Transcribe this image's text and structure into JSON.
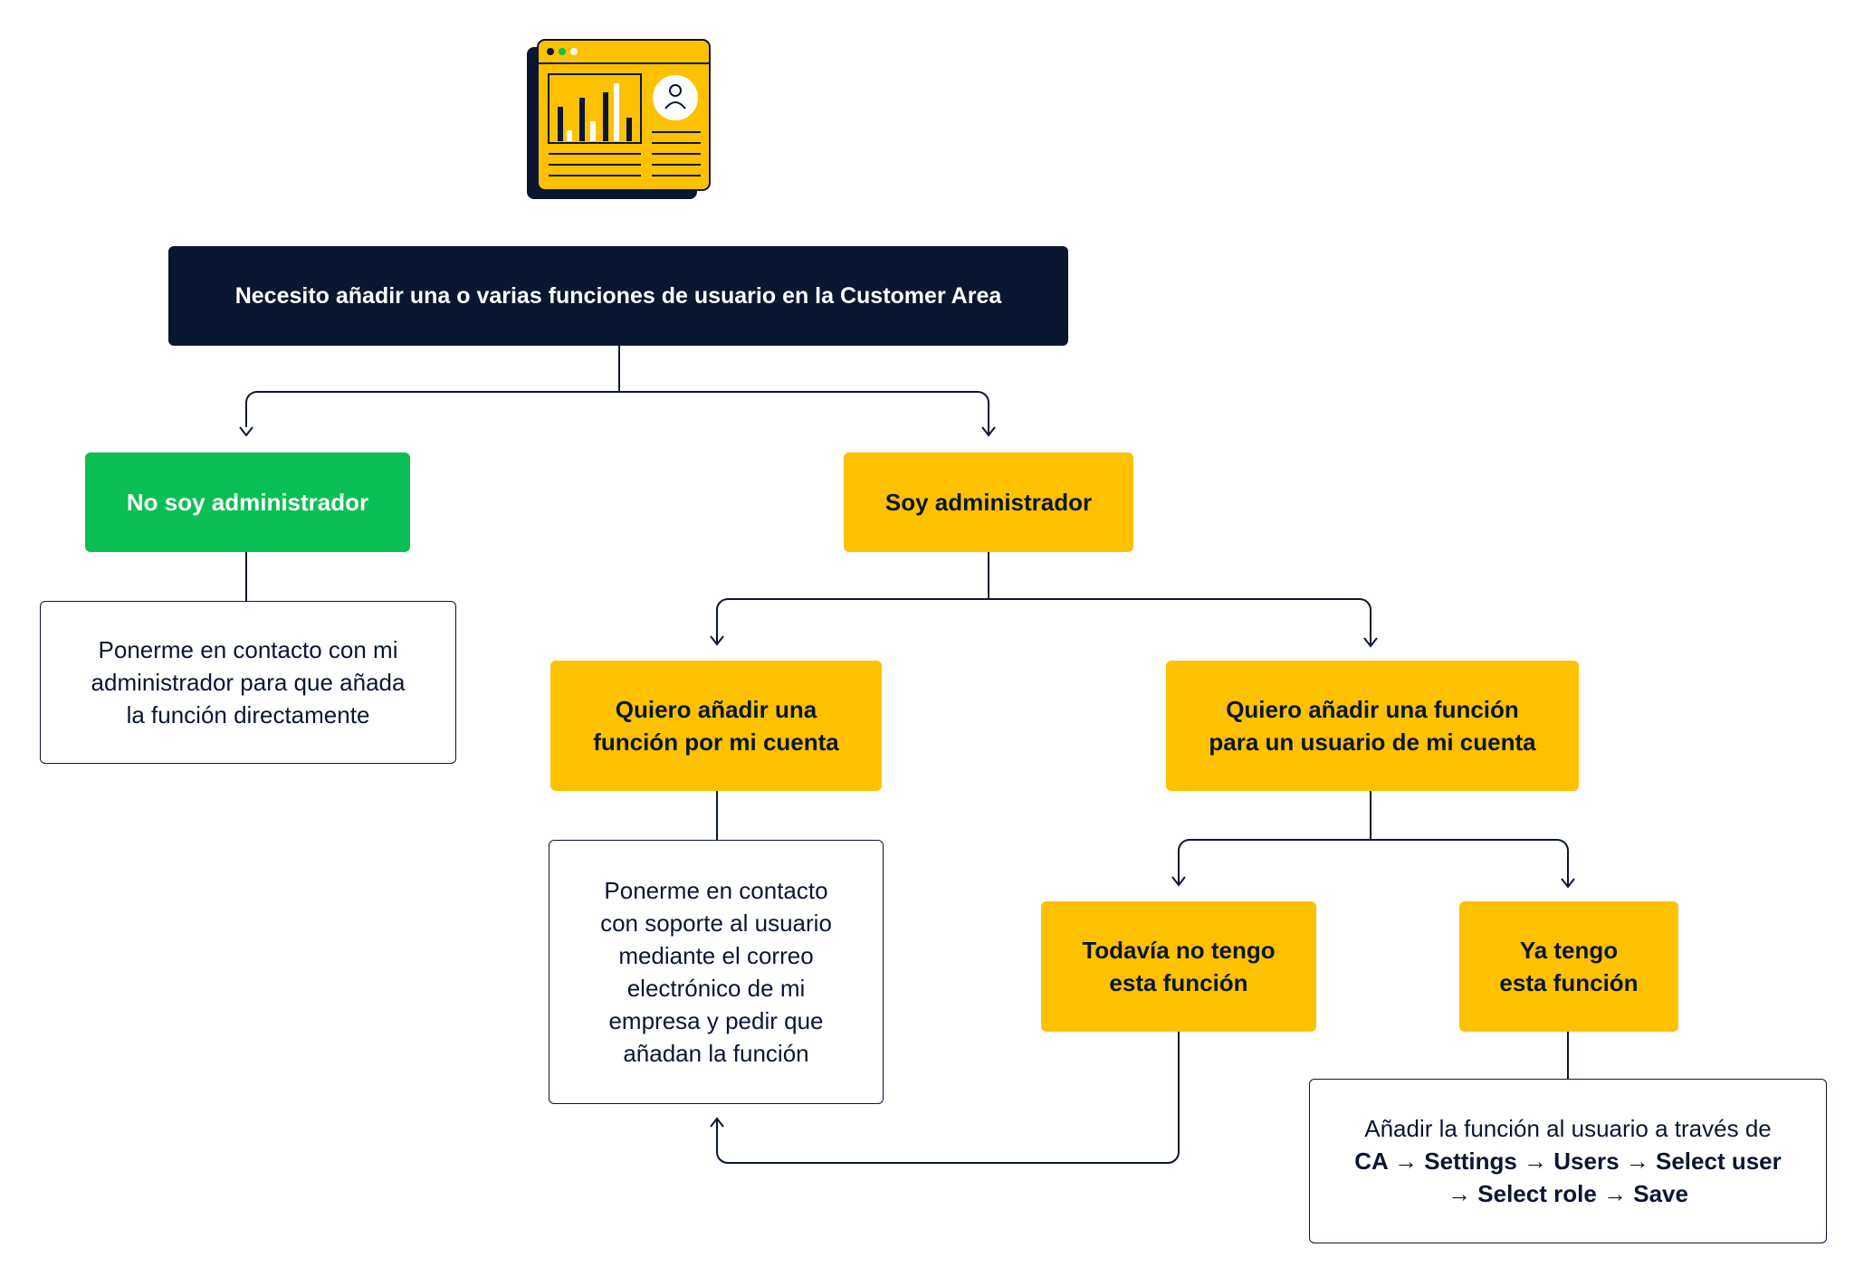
{
  "root": {
    "label": "Necesito añadir una o varias funciones de usuario en la Customer Area"
  },
  "no_admin": {
    "label": "No soy administrador",
    "action_lines": [
      "Ponerme en contacto con mi",
      "administrador para que añada",
      "la función directamente"
    ]
  },
  "admin": {
    "label": "Soy administrador",
    "own_account": {
      "label_lines": [
        "Quiero añadir una",
        "función por mi cuenta"
      ],
      "action_lines": [
        "Ponerme en contacto",
        "con soporte al usuario",
        "mediante el correo",
        "electrónico de mi",
        "empresa y pedir que",
        "añadan la función"
      ]
    },
    "user_account": {
      "label_lines": [
        "Quiero añadir una función",
        "para un usuario de mi cuenta"
      ],
      "no_function": {
        "label_lines": [
          "Todavía no tengo",
          "esta función"
        ]
      },
      "has_function": {
        "label_lines": [
          "Ya tengo",
          "esta función"
        ],
        "action_intro": "Añadir la función al usuario a través de",
        "path_line1": "CA → Settings → Users → Select user",
        "path_line2": "→ Select role → Save"
      }
    }
  },
  "colors": {
    "dark": "#0b1631",
    "green": "#0abf53",
    "yellow": "#fdc100",
    "line": "#0b1631"
  },
  "icon": "dashboard-window-illustration"
}
